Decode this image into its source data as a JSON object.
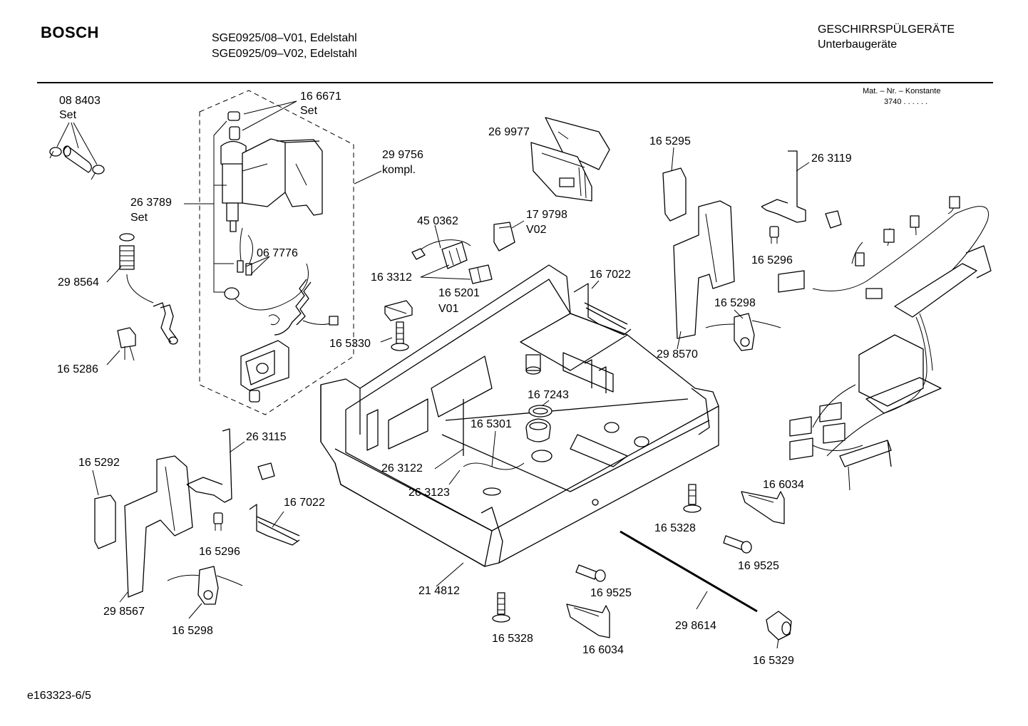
{
  "header": {
    "brand": "BOSCH",
    "model_line_1": "SGE0925/08–V01, Edelstahl",
    "model_line_2": "SGE0925/09–V02, Edelstahl",
    "category": "GESCHIRRSPÜLGERÄTE",
    "subcategory": "Unterbaugeräte"
  },
  "constant_box": {
    "label": "Mat. – Nr. – Konstante",
    "value": "3740  .  .  .  .  .  ."
  },
  "parts": {
    "p088403": "08 8403",
    "p088403_set": "Set",
    "p166671": "16 6671",
    "p166671_set": "Set",
    "p299756": "29 9756",
    "p299756_kompl": "kompl.",
    "p263789": "26 3789",
    "p263789_set": "Set",
    "p298564": "29 8564",
    "p067776": "06 7776",
    "p165286": "16 5286",
    "p269977": "26 9977",
    "p450362": "45 0362",
    "p179798": "17 9798",
    "p179798_v": "V02",
    "p163312": "16 3312",
    "p165201": "16 5201",
    "p165201_v": "V01",
    "p165330": "16 5330",
    "p167022a": "16 7022",
    "p165295": "16 5295",
    "p263119": "26 3119",
    "p165296a": "16 5296",
    "p165298a": "16 5298",
    "p298570": "29 8570",
    "p167243": "16 7243",
    "p165301": "16 5301",
    "p263122": "26 3122",
    "p263123": "26 3123",
    "p263115": "26 3115",
    "p165292": "16 5292",
    "p167022b": "16 7022",
    "p165296b": "16 5296",
    "p298567": "29 8567",
    "p165298b": "16 5298",
    "p214812": "21 4812",
    "p165328a": "16 5328",
    "p166034a": "16 6034",
    "p169525a": "16 9525",
    "p165328b": "16 5328",
    "p169525b": "16 9525",
    "p166034b": "16 6034",
    "p298614": "29 8614",
    "p165329": "16 5329"
  },
  "footer": {
    "drawing_id": "e163323-6/5"
  }
}
